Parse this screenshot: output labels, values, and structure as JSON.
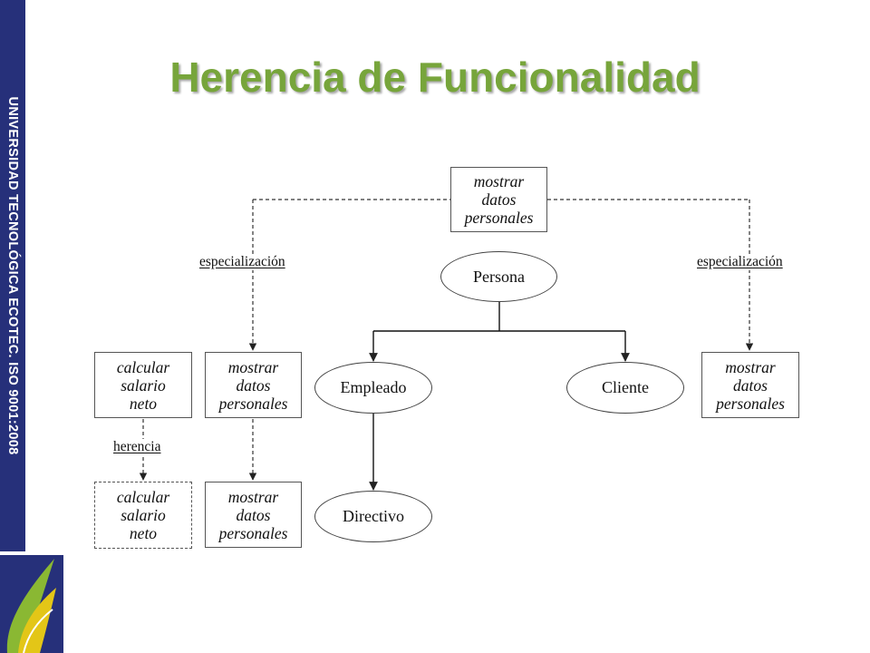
{
  "sidebar": {
    "text": "UNIVERSIDAD  TECNOLÓGICA ECOTEC. ISO 9001:2008"
  },
  "title": "Herencia de Funcionalidad",
  "colors": {
    "title": "#77a53b",
    "sidebar": "#26307a",
    "logo_green": "#8ab833",
    "logo_yellow": "#e3c617"
  },
  "diagram": {
    "boxes": {
      "top": "mostrar\ndatos\npersonales",
      "left_mid": "mostrar\ndatos\npersonales",
      "right_mid": "mostrar\ndatos\npersonales",
      "left_bottom": "mostrar\ndatos\npersonales",
      "calc_top": "calcular\nsalario\nneto",
      "calc_bottom": "calcular\nsalario\nneto"
    },
    "nodes": {
      "persona": "Persona",
      "empleado": "Empleado",
      "cliente": "Cliente",
      "directivo": "Directivo"
    },
    "labels": {
      "spec_left": "especialización",
      "spec_right": "especialización",
      "herencia": "herencia"
    }
  }
}
